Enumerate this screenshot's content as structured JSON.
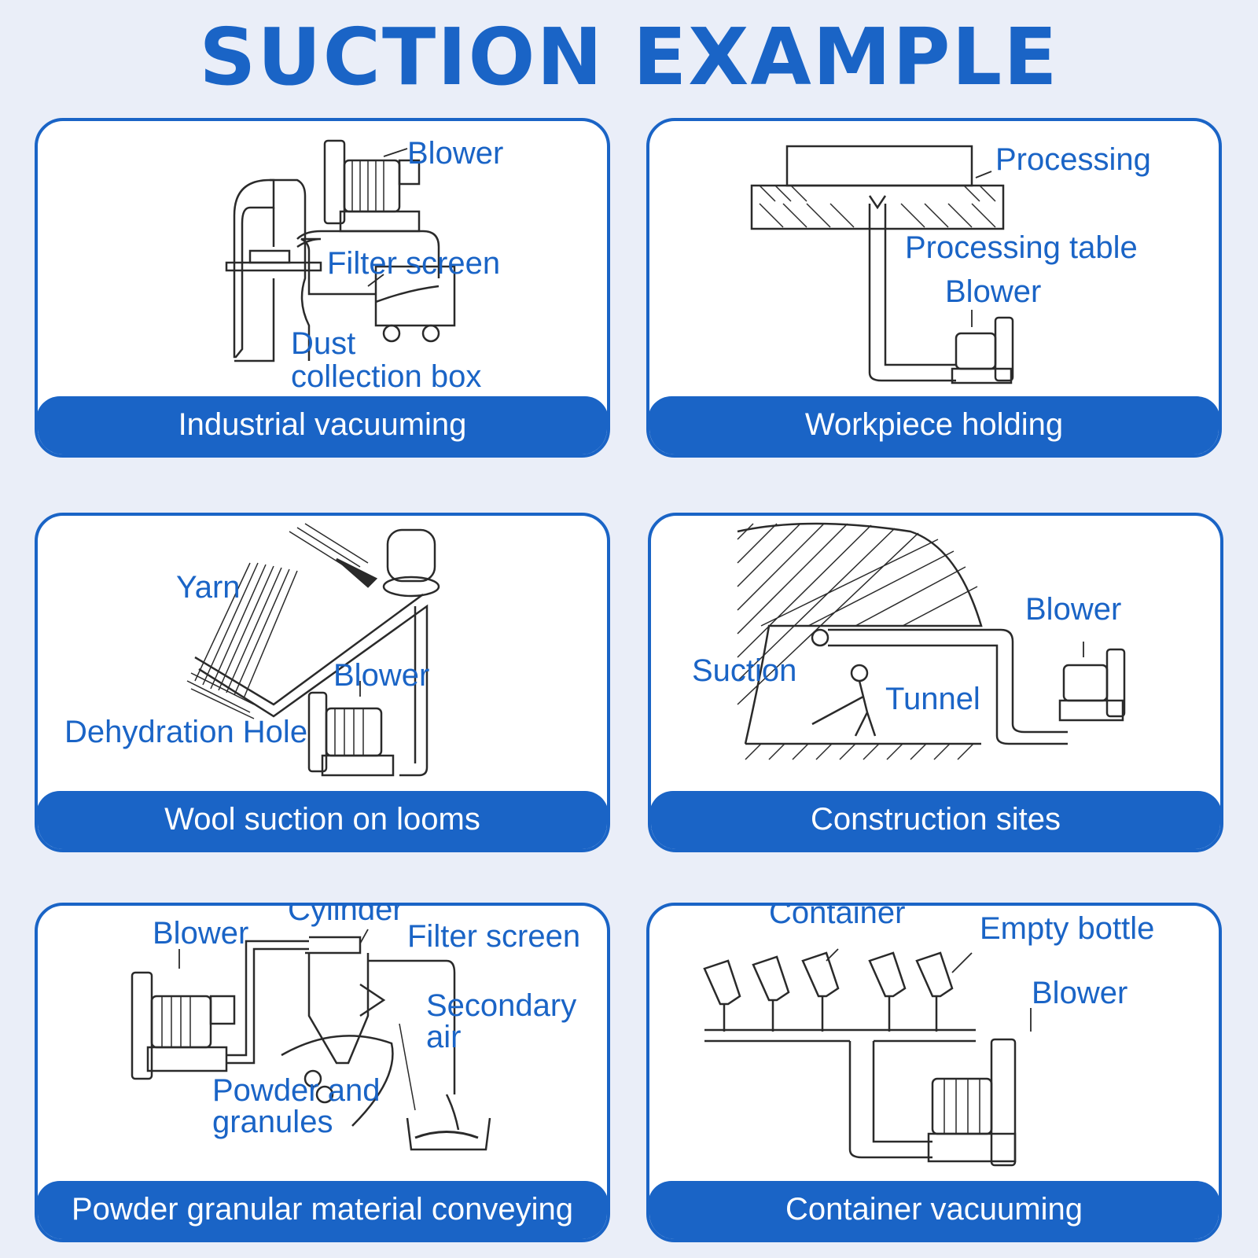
{
  "title": "SUCTION EXAMPLE",
  "cards": [
    {
      "caption": "Industrial vacuuming",
      "labels": {
        "blower": "Blower",
        "filter": "Filter screen",
        "dust1": "Dust",
        "dust2": "collection box"
      }
    },
    {
      "caption": "Workpiece holding",
      "labels": {
        "processing": "Processing",
        "table": "Processing table",
        "blower": "Blower"
      }
    },
    {
      "caption": "Wool suction on looms",
      "labels": {
        "yarn": "Yarn",
        "blower": "Blower",
        "hole": "Dehydration Hole"
      }
    },
    {
      "caption": "Construction sites",
      "labels": {
        "blower": "Blower",
        "suction": "Suction",
        "tunnel": "Tunnel"
      }
    },
    {
      "caption": "Powder granular material conveying",
      "labels": {
        "cylinder": "Cylinder",
        "blower": "Blower",
        "filter": "Filter screen",
        "secondary1": "Secondary",
        "secondary2": "air",
        "powder1": "Powder and",
        "powder2": "granules"
      }
    },
    {
      "caption": "Container vacuuming",
      "labels": {
        "container": "Container",
        "bottle": "Empty bottle",
        "blower": "Blower"
      }
    }
  ],
  "colors": {
    "accent": "#1a64c6",
    "background": "#eaeef8",
    "line": "#2a2a2a"
  }
}
